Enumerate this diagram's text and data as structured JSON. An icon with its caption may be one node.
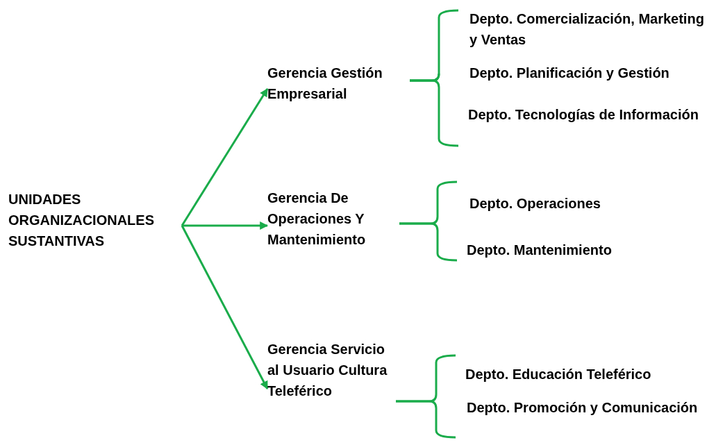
{
  "diagram": {
    "nodes": [
      {
        "text": [
          "UNIDADES ORGANIZACIONALES SUSTANTIVAS"
        ]
      },
      {
        "text": [
          "Gerencia Gestión Empresarial"
        ]
      },
      {
        "text": [
          "Gerencia De Operaciones Y Mantenimiento"
        ]
      },
      {
        "text": [
          "Gerencia Servicio al Usuario Cultura Teleférico"
        ]
      },
      {
        "text": [
          "Depto. Comercialización, Marketing y Ventas"
        ]
      },
      {
        "text": [
          "Depto. Planificación y Gestión"
        ]
      },
      {
        "text": [
          "Depto. Tecnologías de Información"
        ]
      },
      {
        "text": [
          "Depto. Operaciones"
        ]
      },
      {
        "text": [
          "Depto. Mantenimiento"
        ]
      },
      {
        "text": [
          "Depto. Educación Teleférico"
        ]
      },
      {
        "text": [
          "Depto. Promoción y Comunicación"
        ]
      }
    ],
    "edges": [
      {
        "from": 0,
        "to": 1,
        "arrow": "to"
      },
      {
        "from": 0,
        "to": 2,
        "arrow": "to"
      },
      {
        "from": 0,
        "to": 3,
        "arrow": "to"
      },
      {
        "from": 1,
        "to": 4,
        "arrow": "none"
      },
      {
        "from": 1,
        "to": 5,
        "arrow": "none"
      },
      {
        "from": 1,
        "to": 6,
        "arrow": "none"
      },
      {
        "from": 2,
        "to": 7,
        "arrow": "none"
      },
      {
        "from": 2,
        "to": 8,
        "arrow": "none"
      },
      {
        "from": 3,
        "to": 9,
        "arrow": "none"
      },
      {
        "from": 3,
        "to": 10,
        "arrow": "none"
      }
    ]
  }
}
